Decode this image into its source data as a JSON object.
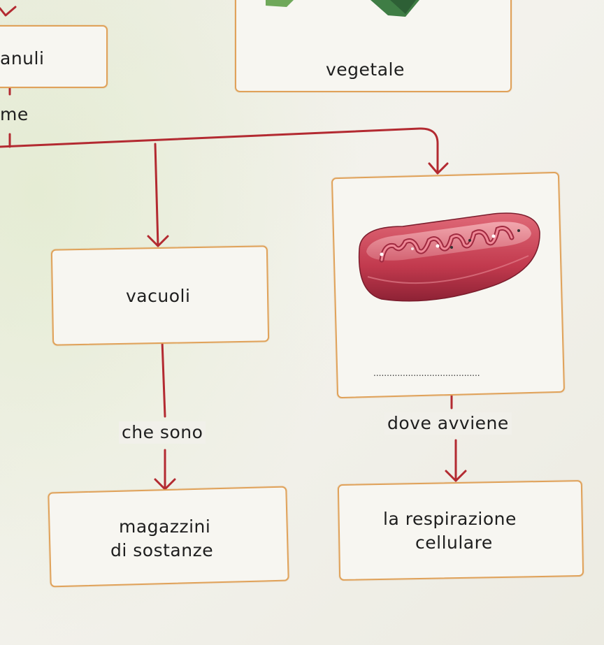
{
  "top_left_box": {
    "label": "anuli"
  },
  "top_right_box": {
    "label": "vegetale"
  },
  "left_connector_label": "me",
  "vacuoli_box": {
    "label": "vacuoli"
  },
  "vacuoli_link": "che sono",
  "magazzini_box": {
    "label_line1": "magazzini",
    "label_line2": "di sostanze"
  },
  "mito_box": {
    "answer_blank": "........................................",
    "image": "mitochondrion"
  },
  "mito_link": "dove avviene",
  "respirazione_box": {
    "label_line1": "la respirazione",
    "label_line2": "cellulare"
  },
  "colors": {
    "connector": "#b32a31",
    "box_border": "#e0a25a",
    "box_fill": "#f7f6f1"
  }
}
